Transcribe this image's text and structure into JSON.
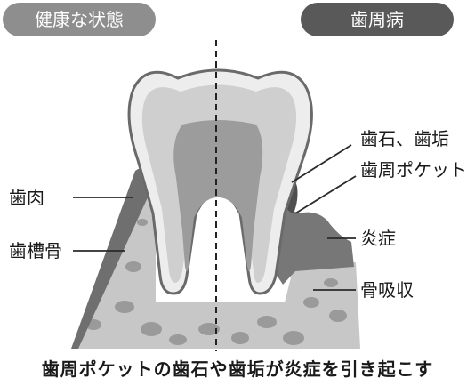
{
  "headers": {
    "healthy": "健康な状態",
    "disease": "歯周病"
  },
  "labels": {
    "gum": "歯肉",
    "alveolar_bone": "歯槽骨",
    "tartar_plaque": "歯石、歯垢",
    "periodontal_pocket": "歯周ポケット",
    "inflammation": "炎症",
    "bone_resorption": "骨吸収"
  },
  "caption": "歯周ポケットの歯石や歯垢が炎症を引き起こす"
}
